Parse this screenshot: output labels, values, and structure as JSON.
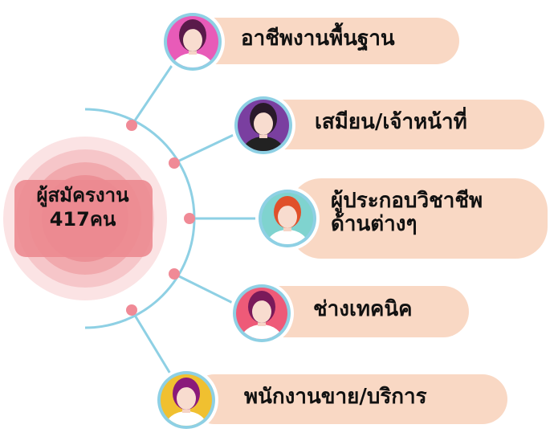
{
  "center": {
    "line1": "ผู้สมัครงาน",
    "line2": "417คน"
  },
  "items": [
    {
      "label": "อาชีพงานพื้นฐาน",
      "avatar_bg": "#e85bb8",
      "hair": "#5a1a4a",
      "shirt": "#ffffff"
    },
    {
      "label": "เสมียน/เจ้าหน้าที่",
      "avatar_bg": "#7a3fa0",
      "hair": "#2a1a2a",
      "shirt": "#222222"
    },
    {
      "label_line1": "ผู้ประกอบวิชาชีพ",
      "label_line2": "ด้านต่างๆ",
      "avatar_bg": "#7fd3cf",
      "hair": "#e0502a",
      "shirt": "#ffffff"
    },
    {
      "label": "ช่างเทคนิค",
      "avatar_bg": "#ee5a78",
      "hair": "#7a1a5a",
      "shirt": "#ffffff"
    },
    {
      "label": "พนักงานขาย/บริการ",
      "avatar_bg": "#f0c030",
      "hair": "#8a1a7a",
      "shirt": "#ffffff"
    }
  ],
  "colors": {
    "pill": "#f9d8c4",
    "line": "#8ed0e4",
    "dot": "#f08a96",
    "center_outer": "#f7c9cb",
    "center_inner": "#ec8c92"
  }
}
